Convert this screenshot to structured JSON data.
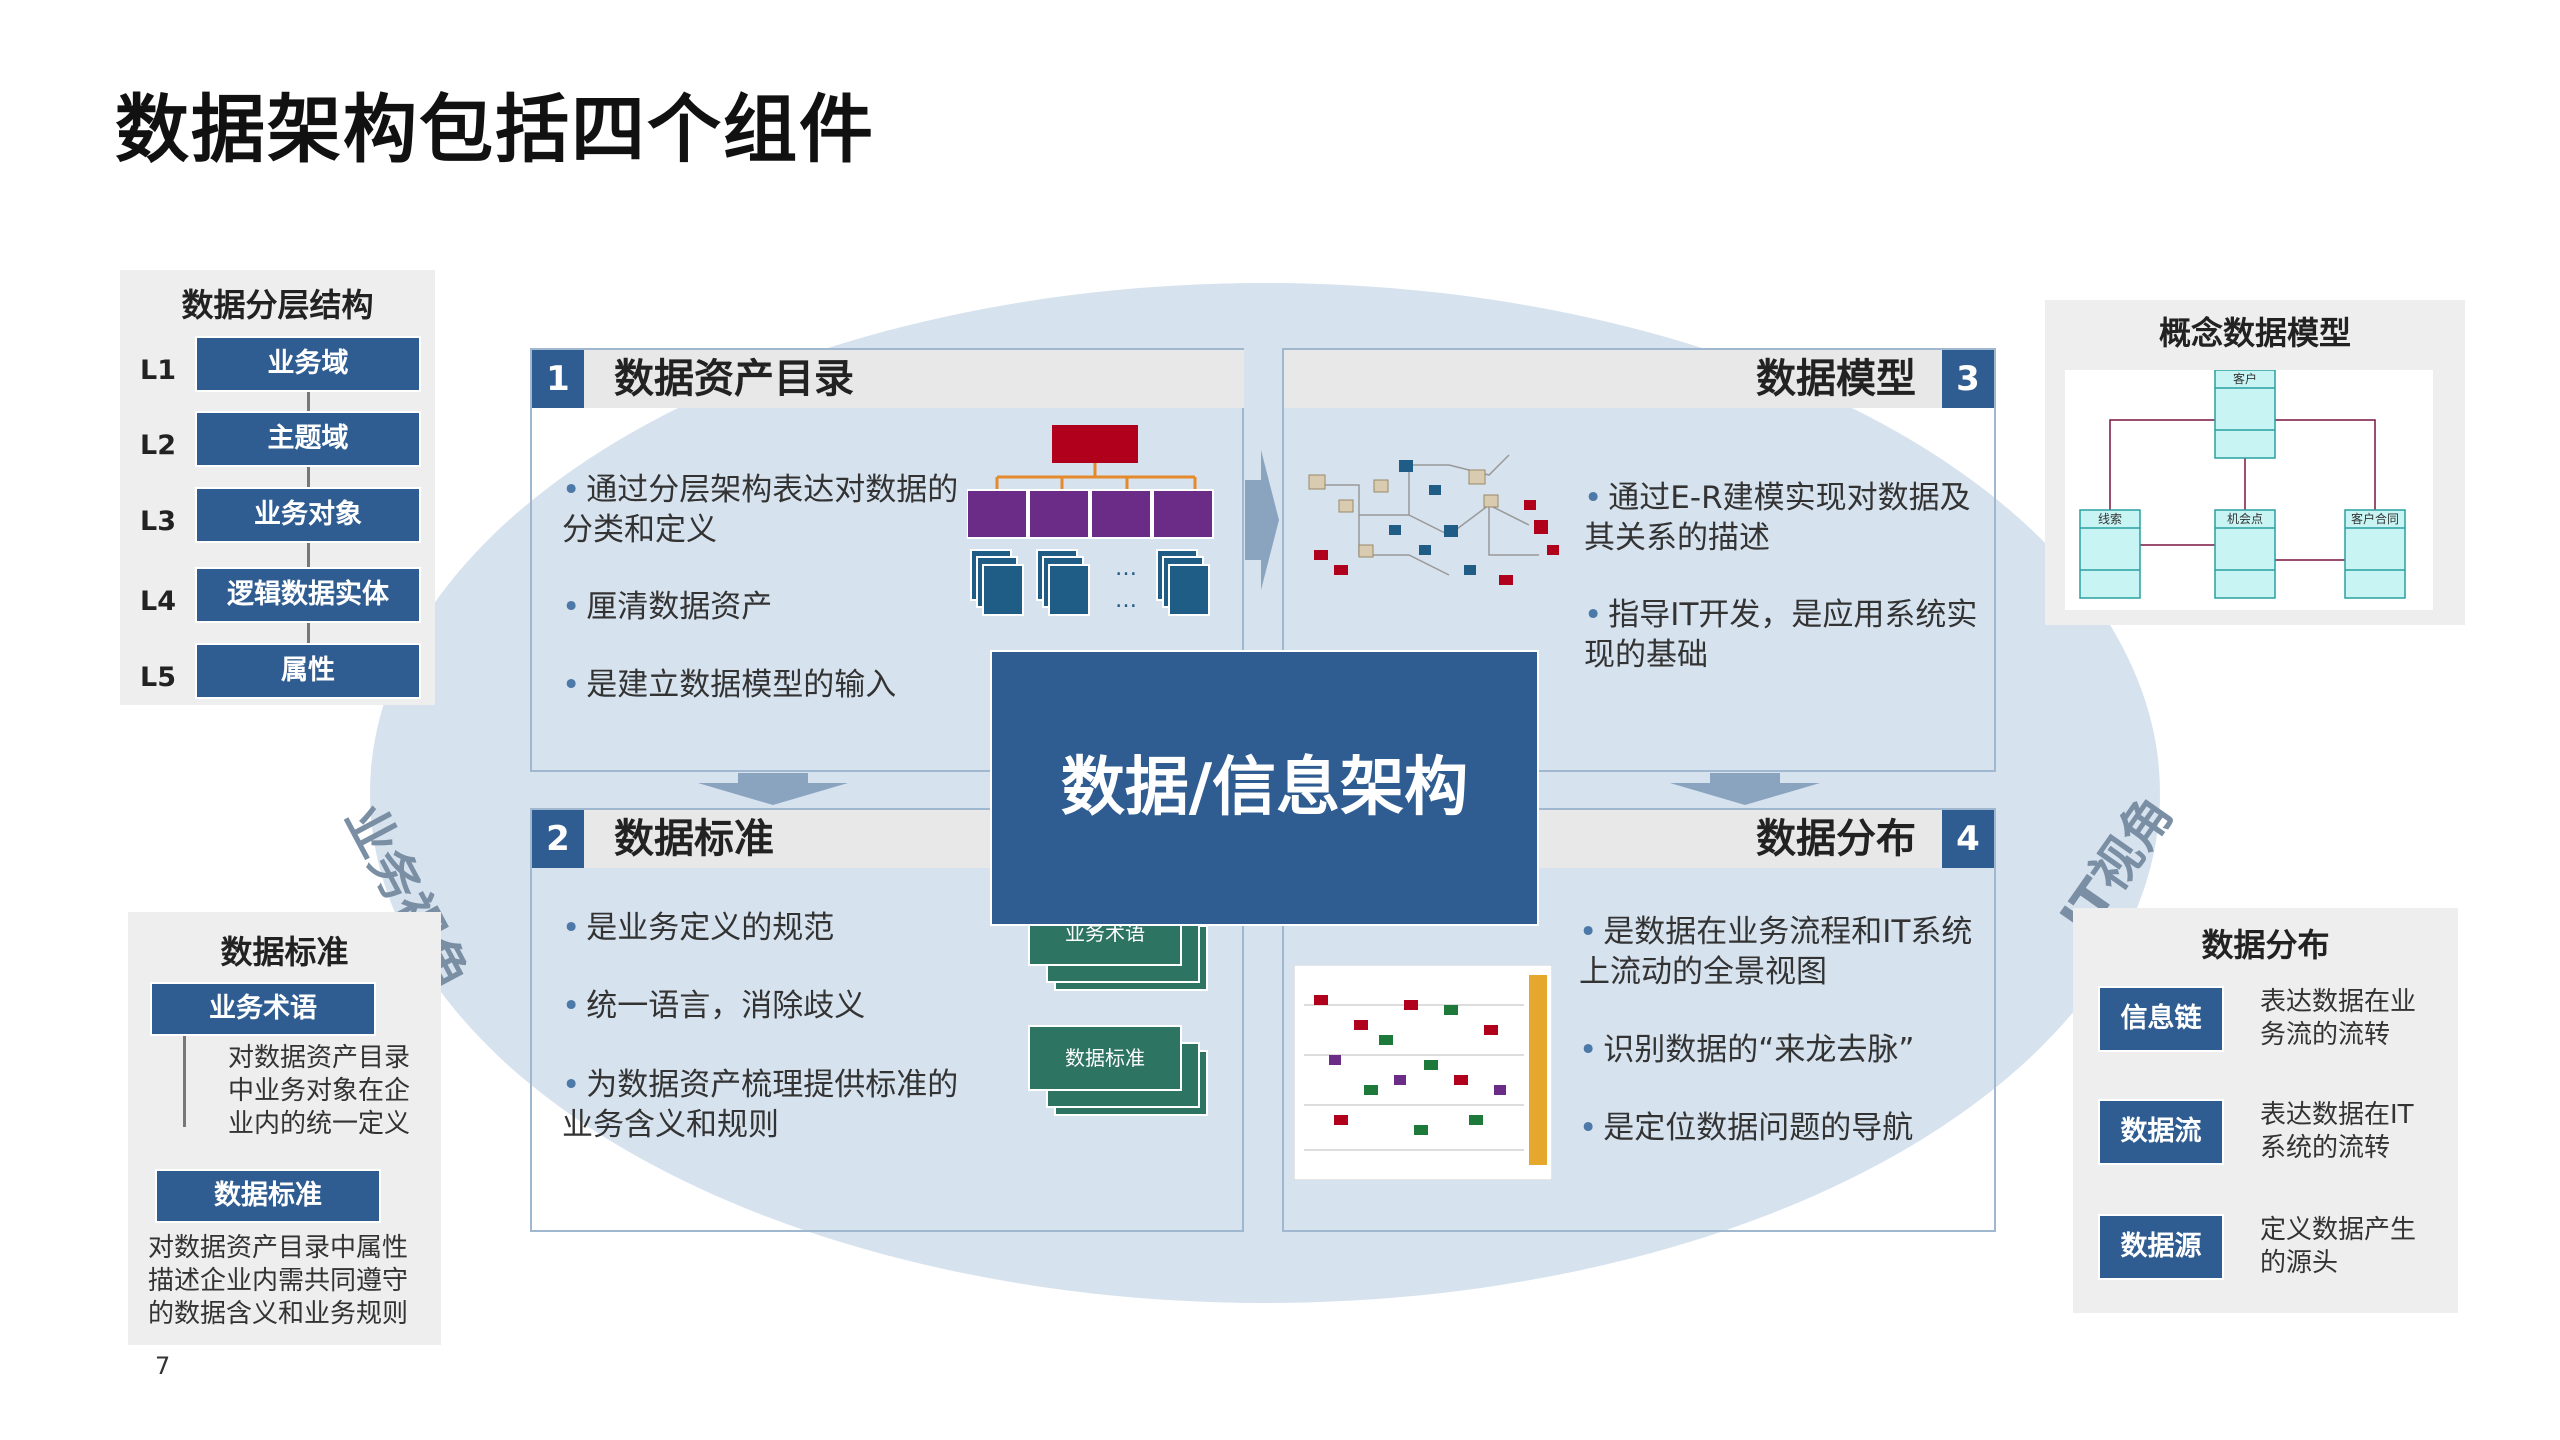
{
  "title": "数据架构包括四个组件",
  "page_number": "7",
  "center_label": "数据/信息架构",
  "side_labels": {
    "business": "业务视角",
    "it": "IT视角"
  },
  "panels": [
    {
      "num": "1",
      "title": "数据资产目录",
      "bullets": [
        "通过分层架构表达对数据的分类和定义",
        "厘清数据资产",
        "是建立数据模型的输入"
      ]
    },
    {
      "num": "2",
      "title": "数据标准",
      "bullets": [
        "是业务定义的规范",
        "统一语言，消除歧义",
        "为数据资产梳理提供标准的业务含义和规则"
      ],
      "cards": [
        "业务术语",
        "数据标准"
      ]
    },
    {
      "num": "3",
      "title": "数据模型",
      "bullets": [
        "通过E-R建模实现对数据及其关系的描述",
        "指导IT开发，是应用系统实现的基础"
      ]
    },
    {
      "num": "4",
      "title": "数据分布",
      "bullets": [
        "是数据在业务流程和IT系统上流动的全景视图",
        "识别数据的“来龙去脉”",
        "是定位数据问题的导航"
      ]
    }
  ],
  "layer_card": {
    "title": "数据分层结构",
    "levels": [
      {
        "code": "L1",
        "label": "业务域"
      },
      {
        "code": "L2",
        "label": "主题域"
      },
      {
        "code": "L3",
        "label": "业务对象"
      },
      {
        "code": "L4",
        "label": "逻辑数据实体"
      },
      {
        "code": "L5",
        "label": "属性"
      }
    ]
  },
  "standard_card": {
    "title": "数据标准",
    "term_label": "业务术语",
    "term_desc": "对数据资产目录中业务对象在企业内的统一定义",
    "std_label": "数据标准",
    "std_desc": "对数据资产目录中属性描述企业内需共同遵守的数据含义和业务规则"
  },
  "model_card": {
    "title": "概念数据模型",
    "entities": [
      "客户",
      "线索",
      "机会点",
      "客户合同"
    ]
  },
  "distribution_card": {
    "title": "数据分布",
    "items": [
      {
        "label": "信息链",
        "desc": "表达数据在业务流的流转"
      },
      {
        "label": "数据流",
        "desc": "表达数据在IT系统的流转"
      },
      {
        "label": "数据源",
        "desc": "定义数据产生的源头"
      }
    ]
  },
  "colors": {
    "accent": "#2f5d91",
    "ellipse": "#d6e2ee",
    "green": "#2e7463",
    "maroon": "#b0001c",
    "purple": "#6a2c86"
  }
}
